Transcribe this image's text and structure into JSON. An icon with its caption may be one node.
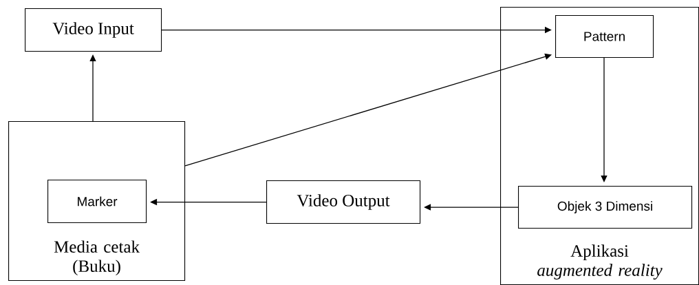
{
  "diagram": {
    "nodes": [
      {
        "text": [
          "Video Input"
        ]
      },
      {
        "text": [
          "Media cetak (Buku)"
        ]
      },
      {
        "text": [
          "Marker"
        ],
        "in": 1
      },
      {
        "text": [
          "Video Output"
        ]
      },
      {
        "text": [
          "Aplikasi *augmented reality*"
        ]
      },
      {
        "text": [
          "Pattern"
        ],
        "in": 4
      },
      {
        "text": [
          "Objek 3 Dimensi"
        ],
        "in": 4
      }
    ],
    "edges": [
      {
        "from": 1,
        "to": 0,
        "arrow": "to"
      },
      {
        "from": 0,
        "to": 5,
        "arrow": "to"
      },
      {
        "from": 1,
        "to": 5,
        "arrow": "to"
      },
      {
        "from": 5,
        "to": 6,
        "arrow": "to"
      },
      {
        "from": 6,
        "to": 3,
        "arrow": "to"
      },
      {
        "from": 3,
        "to": 2,
        "arrow": "to"
      }
    ]
  }
}
